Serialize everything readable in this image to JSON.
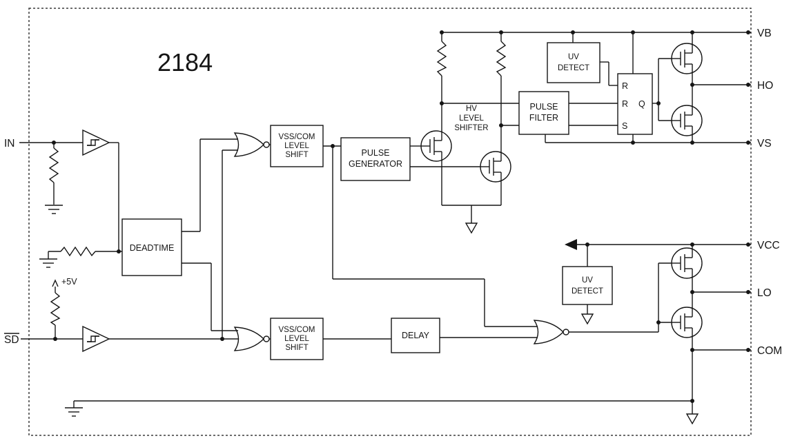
{
  "title": "2184",
  "pins": {
    "in": "IN",
    "sd": "SD",
    "vb": "VB",
    "ho": "HO",
    "vs": "VS",
    "vcc": "VCC",
    "lo": "LO",
    "com": "COM"
  },
  "blocks": {
    "deadtime": "DEADTIME",
    "vss_com_top": {
      "l1": "VSS/COM",
      "l2": "LEVEL",
      "l3": "SHIFT"
    },
    "pulse_generator": {
      "l1": "PULSE",
      "l2": "GENERATOR"
    },
    "hv_level_shifter": {
      "l1": "HV",
      "l2": "LEVEL",
      "l3": "SHIFTER"
    },
    "pulse_filter": {
      "l1": "PULSE",
      "l2": "FILTER"
    },
    "uv_detect_top": {
      "l1": "UV",
      "l2": "DETECT"
    },
    "uv_detect_bottom": {
      "l1": "UV",
      "l2": "DETECT"
    },
    "latch": {
      "r1": "R",
      "r2": "R",
      "s": "S",
      "q": "Q"
    },
    "vss_com_bottom": {
      "l1": "VSS/COM",
      "l2": "LEVEL",
      "l3": "SHIFT"
    },
    "delay": "DELAY"
  },
  "annotations": {
    "pullup_supply": "+5V"
  },
  "colors": {
    "ink": "#151515",
    "background": "#ffffff"
  }
}
